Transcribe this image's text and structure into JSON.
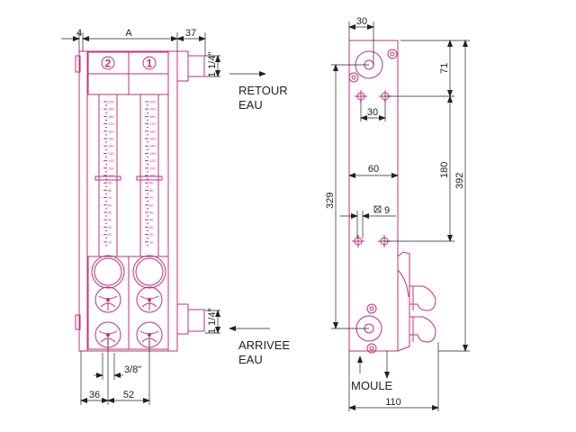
{
  "front_view": {
    "dim_left": "4",
    "dim_width": "A",
    "dim_right": "37",
    "thread_top": "1 1/4\"",
    "thread_bottom": "1 1/4\"",
    "outlet_label_1": "RETOUR",
    "outlet_label_2": "EAU",
    "inlet_label_1": "ARRIVEE",
    "inlet_label_2": "EAU",
    "dim_pipe": "3/8\"",
    "dim_bottom_left": "36",
    "dim_bottom_pitch": "52",
    "circuit_1": "1",
    "circuit_2": "2",
    "scale_labels": [
      "200",
      "190",
      "180",
      "170",
      "160",
      "150",
      "140",
      "130",
      "120",
      "110",
      "100",
      "90",
      "80",
      "70",
      "60",
      "50",
      "40",
      "30",
      "20",
      "10"
    ]
  },
  "side_view": {
    "dim_top_offset": "30",
    "dim_hole_spacing": "30",
    "dim_width": "60",
    "dim_hole_size": "9",
    "dim_71": "71",
    "dim_180": "180",
    "dim_392": "392",
    "dim_329": "329",
    "mould_label": "MOULE",
    "dim_depth": "110"
  },
  "colors": {
    "line": "#c2307c",
    "dimension": "#222222"
  }
}
